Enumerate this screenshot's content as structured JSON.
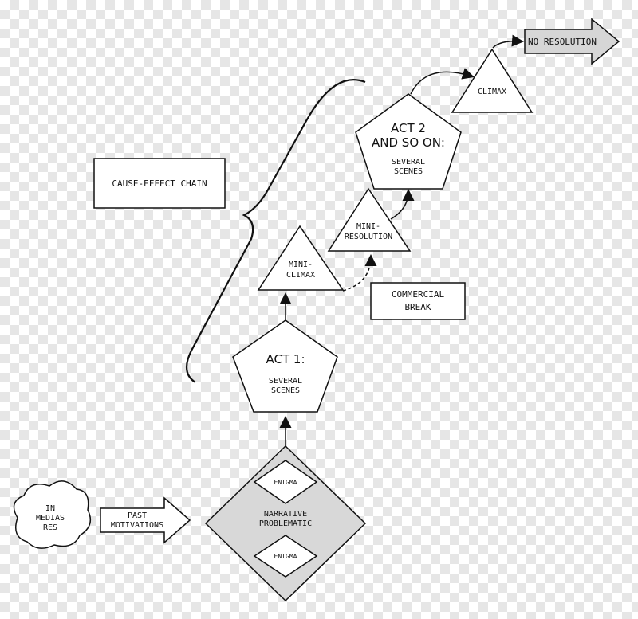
{
  "nodes": {
    "no_resolution": "NO RESOLUTION",
    "climax": "CLIMAX",
    "act2_line1": "ACT 2",
    "act2_line2": "AND SO ON:",
    "act2_sub1": "SEVERAL",
    "act2_sub2": "SCENES",
    "cause_effect": "CAUSE-EFFECT CHAIN",
    "mini_res_line1": "MINI-",
    "mini_res_line2": "RESOLUTION",
    "mini_climax_line1": "MINI-",
    "mini_climax_line2": "CLIMAX",
    "commercial_line1": "COMMERCIAL",
    "commercial_line2": "BREAK",
    "act1_line1": "ACT 1:",
    "act1_sub1": "SEVERAL",
    "act1_sub2": "SCENES",
    "enigma_top": "ENIGMA",
    "enigma_bottom": "ENIGMA",
    "narrative_line1": "NARRATIVE",
    "narrative_line2": "PROBLEMATIC",
    "in_medias_line1": "IN",
    "in_medias_line2": "MEDIAS",
    "in_medias_line3": "RES",
    "past_line1": "PAST",
    "past_line2": "MOTIVATIONS"
  },
  "colors": {
    "stroke": "#111111",
    "fill": "#ffffff",
    "shade": "#d8d8d8"
  }
}
